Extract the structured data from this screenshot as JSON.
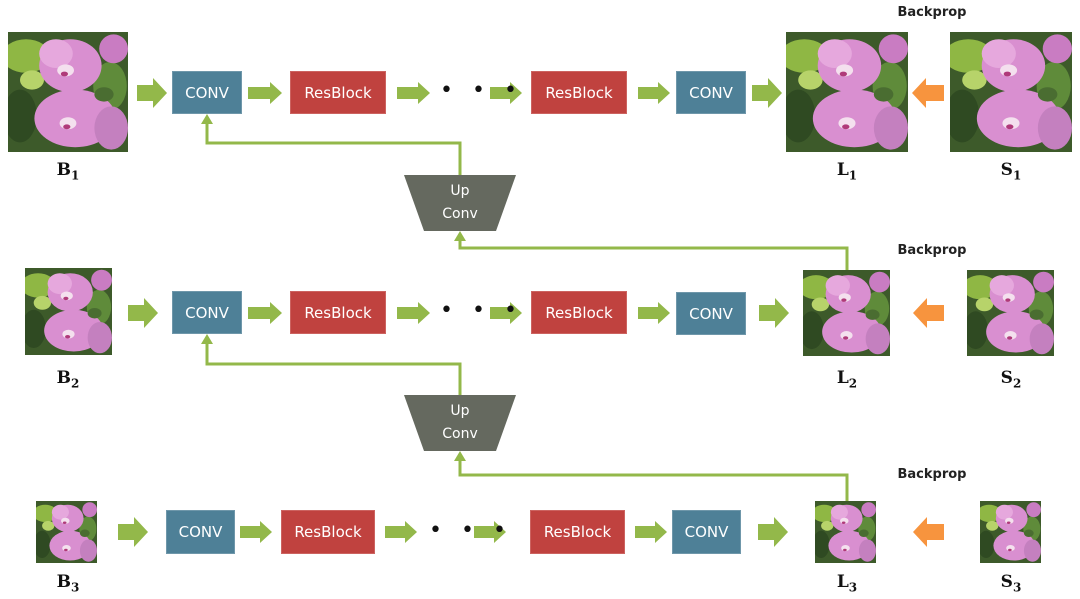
{
  "colors": {
    "conv": "#4e8097",
    "resblock": "#c0423f",
    "forward_arrow": "#93b84a",
    "backprop_arrow": "#f7943e",
    "upconv": "#65695f",
    "feedback_line": "#93b84a"
  },
  "rows": [
    {
      "input_label_base": "B",
      "input_label_sub": "1",
      "output_label_base": "L",
      "output_label_sub": "1",
      "target_label_base": "S",
      "target_label_sub": "1",
      "backprop": "Backprop",
      "blocks": [
        "CONV",
        "ResBlock",
        "ResBlock",
        "CONV"
      ],
      "ellipsis": "• • •"
    },
    {
      "input_label_base": "B",
      "input_label_sub": "2",
      "output_label_base": "L",
      "output_label_sub": "2",
      "target_label_base": "S",
      "target_label_sub": "2",
      "backprop": "Backprop",
      "blocks": [
        "CONV",
        "ResBlock",
        "ResBlock",
        "CONV"
      ],
      "ellipsis": "• • •"
    },
    {
      "input_label_base": "B",
      "input_label_sub": "3",
      "output_label_base": "L",
      "output_label_sub": "3",
      "target_label_base": "S",
      "target_label_sub": "3",
      "backprop": "Backprop",
      "blocks": [
        "CONV",
        "ResBlock",
        "ResBlock",
        "CONV"
      ],
      "ellipsis": "• • •"
    }
  ],
  "upconvs": [
    {
      "line1": "Up",
      "line2": "Conv"
    },
    {
      "line1": "Up",
      "line2": "Conv"
    }
  ],
  "icons": {
    "forward": "arrow-right",
    "backprop": "arrow-left",
    "image": "flower-photo"
  }
}
